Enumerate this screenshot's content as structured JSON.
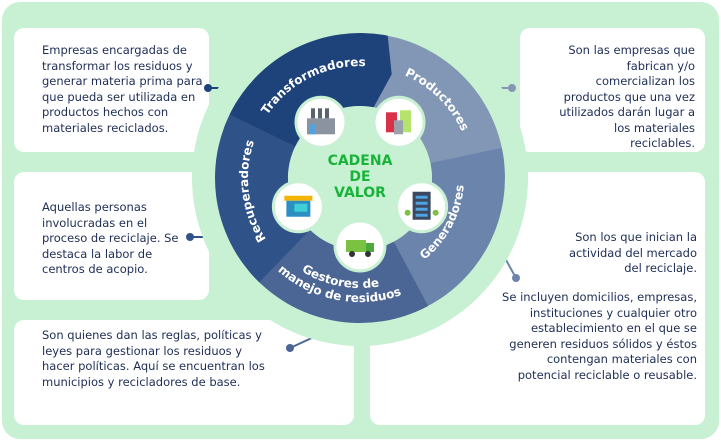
{
  "center": {
    "line1": "CADENA",
    "line2": "DE",
    "line3": "VALOR",
    "color": "#19b33a"
  },
  "segments": [
    {
      "label": "Productores",
      "color": "#8197b5",
      "icon": "cans-icon"
    },
    {
      "label": "Generadores",
      "color": "#6b84ab",
      "icon": "building-icon"
    },
    {
      "label": "Gestores de",
      "label2": "manejo de residuos",
      "color": "#4b6694",
      "icon": "garbage-truck-icon"
    },
    {
      "label": "Recuperadores",
      "color": "#2f5388",
      "icon": "store-icon"
    },
    {
      "label": "Transformadores",
      "color": "#1e427a",
      "icon": "factory-icon"
    }
  ],
  "descriptions": {
    "transformadores": "Empresas encargadas de transformar los residuos y generar materia prima para que pueda ser utilizada en productos hechos con materiales reciclados.",
    "productores": "Son las empresas que fabrican y/o comercializan los productos que una vez utilizados darán lugar a los materiales reciclables.",
    "recuperadores": "Aquellas personas involucradas en el proceso de reciclaje. Se destaca la labor de centros de acopio.",
    "generadores_1": "Son los que inician la actividad del mercado del reciclaje.",
    "generadores_2": "Se incluyen domicilios, empresas, instituciones y cualquier otro establecimiento en el que se generen residuos sólidos y éstos contengan materiales con potencial reciclable o reusable.",
    "gestores": "Son quienes dan las reglas, políticas y leyes para gestionar los residuos y hacer políticas. Aquí se encuentran los municipios y recicladores de base."
  }
}
